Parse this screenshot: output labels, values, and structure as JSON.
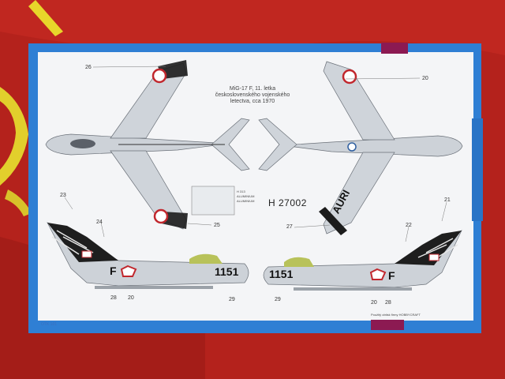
{
  "caption": {
    "line1": "MiG-17 F, 11. letka",
    "line2": "československého vojenského",
    "line3": "letectva, cca 1970"
  },
  "product_code": "H 27002",
  "legend": [
    "H 313",
    "ALUMINIUM",
    "ALUMINIUM"
  ],
  "callouts": [
    "26",
    "20",
    "23",
    "21",
    "24",
    "25",
    "27",
    "22",
    "28",
    "20",
    "29",
    "29",
    "20",
    "28"
  ],
  "markings": {
    "side_number": "1151",
    "code_letter": "F",
    "wing_code": "AURI"
  },
  "footer_left": "OTK 101",
  "footer_right": "Použitý obtisk firmy HOBBYCRAFT",
  "colors": {
    "flag_red": "#b4221c",
    "box_border_blue": "#2f7fd4",
    "box_white": "#f4f5f7",
    "tab_purple": "#8c1a52",
    "aircraft_silver": "#cdd2d8",
    "marking_red": "#c1272d"
  }
}
